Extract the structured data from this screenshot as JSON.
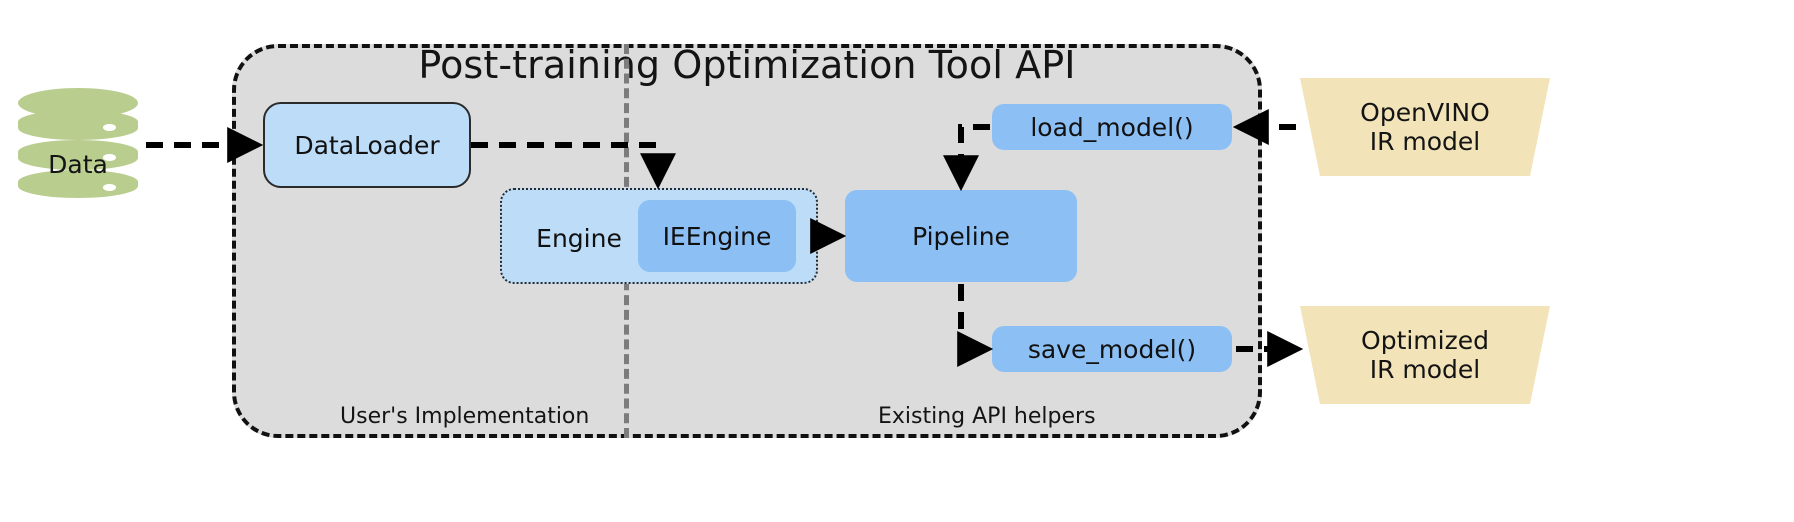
{
  "diagram": {
    "title": "Post-training Optimization Tool API",
    "zones": {
      "left_label": "User's Implementation",
      "right_label": "Existing API helpers"
    },
    "nodes": {
      "data": "Data",
      "dataloader": "DataLoader",
      "engine": "Engine",
      "ieengine": "IEEngine",
      "pipeline": "Pipeline",
      "load_model": "load_model()",
      "save_model": "save_model()",
      "openvino_ir_line1": "OpenVINO",
      "openvino_ir_line2": "IR model",
      "optimized_ir_line1": "Optimized",
      "optimized_ir_line2": "IR model"
    },
    "colors": {
      "container_fill": "#dcdcdc",
      "container_border": "#111111",
      "divider": "#7c7c7c",
      "box_light_blue": "#bcdcf8",
      "box_mid_blue": "#8cc0f5",
      "trapezoid_cream": "#f2e4b8",
      "cylinder_green": "#b9cd8e",
      "arrow": "#000000",
      "text": "#141414"
    },
    "edges": [
      {
        "from": "data",
        "to": "dataloader",
        "style": "dashed"
      },
      {
        "from": "dataloader",
        "to": "ieengine",
        "style": "dashed"
      },
      {
        "from": "ieengine",
        "to": "pipeline",
        "style": "solid"
      },
      {
        "from": "load_model",
        "to": "pipeline",
        "style": "dashed"
      },
      {
        "from": "openvino_ir_model",
        "to": "load_model",
        "style": "dashed"
      },
      {
        "from": "pipeline",
        "to": "save_model",
        "style": "dashed"
      },
      {
        "from": "save_model",
        "to": "optimized_ir_model",
        "style": "dashed"
      }
    ]
  }
}
